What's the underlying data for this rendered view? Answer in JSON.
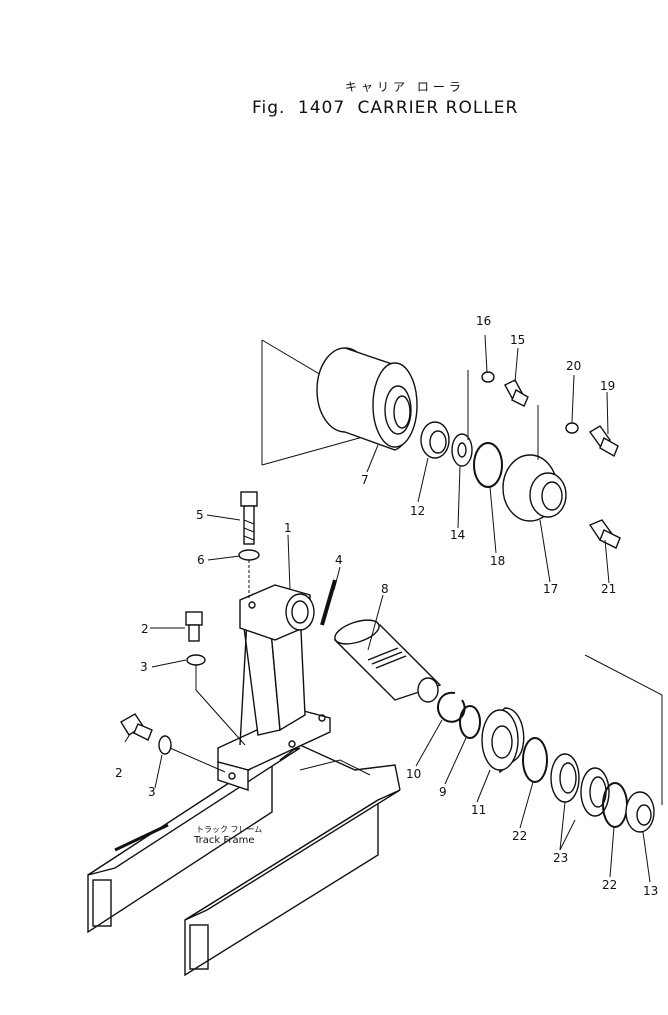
{
  "header": {
    "japanese_title": "キャリア ローラ",
    "fig_label": "Fig.",
    "fig_number": "1407",
    "title": "CARRIER ROLLER"
  },
  "frame_label": {
    "japanese": "トラック フレーム",
    "english": "Track Frame"
  },
  "callouts": {
    "c1": "1",
    "c2a": "2",
    "c2b": "2",
    "c3a": "3",
    "c3b": "3",
    "c4": "4",
    "c5": "5",
    "c6": "6",
    "c7": "7",
    "c8": "8",
    "c9": "9",
    "c10": "10",
    "c11": "11",
    "c12": "12",
    "c13": "13",
    "c14": "14",
    "c15": "15",
    "c16": "16",
    "c17": "17",
    "c18": "18",
    "c19": "19",
    "c20": "20",
    "c21": "21",
    "c22a": "22",
    "c22b": "22",
    "c23": "23"
  }
}
